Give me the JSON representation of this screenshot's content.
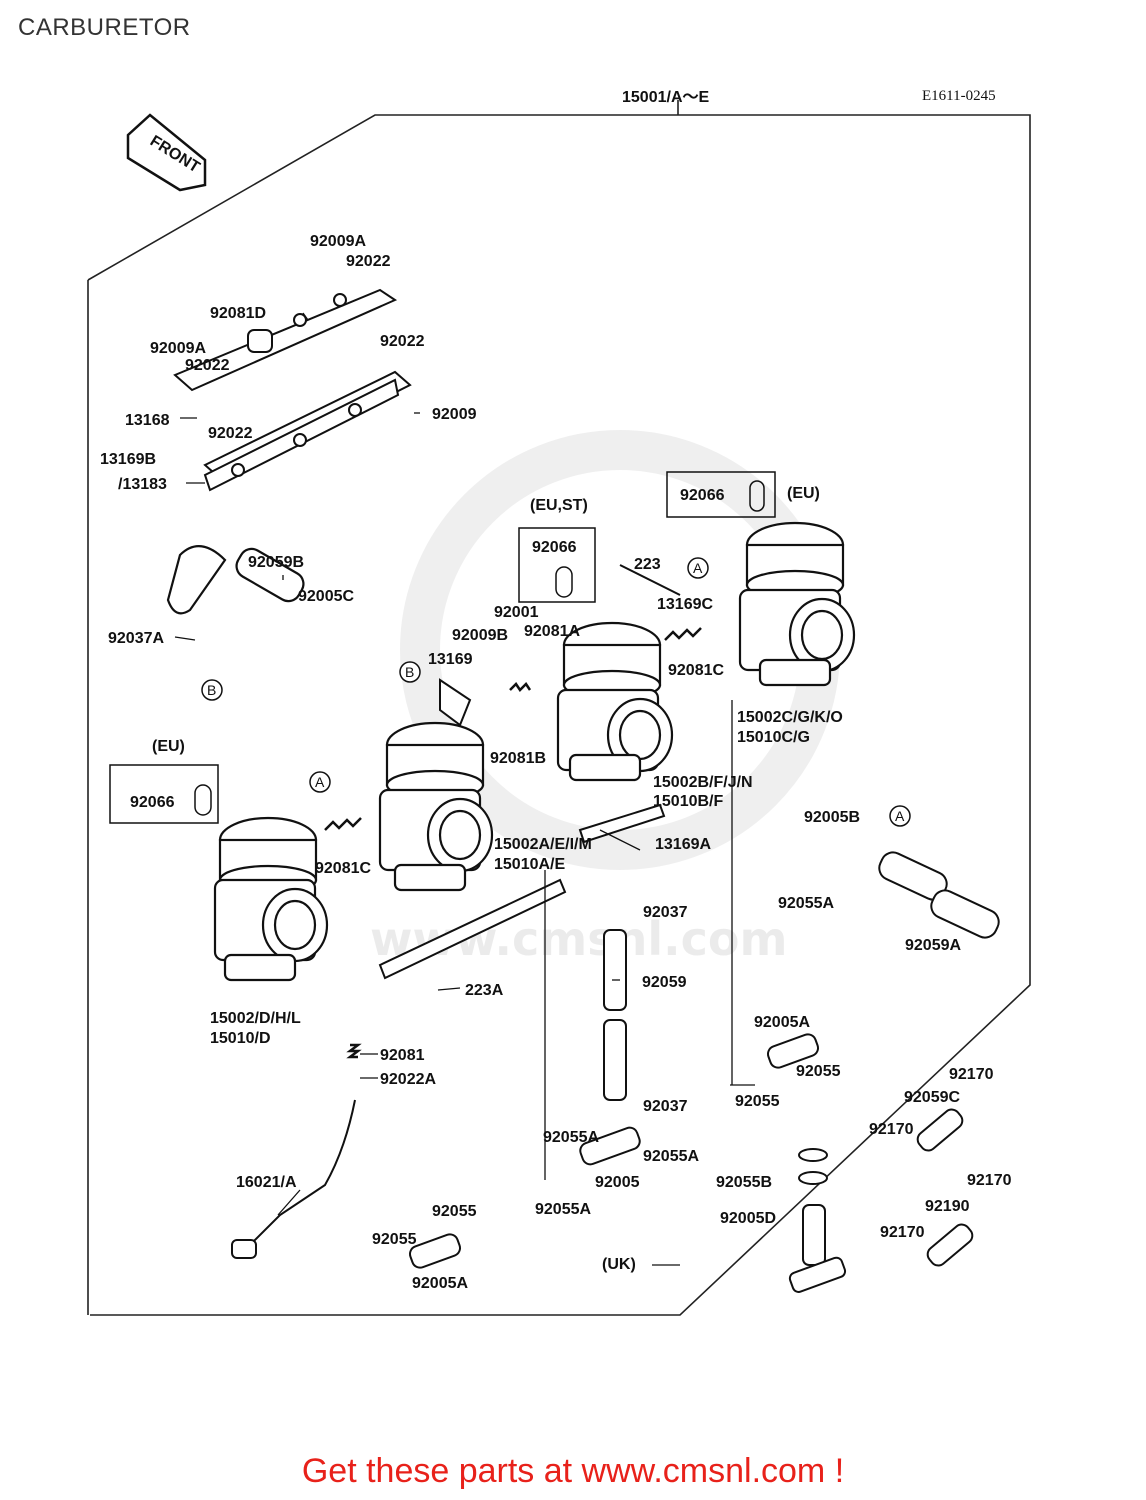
{
  "page": {
    "title": "CARBURETOR"
  },
  "diagram": {
    "ref_code": "E1611-0245",
    "front_label": "FRONT",
    "watermark": "www.cmsnl.com",
    "callout_markers": [
      "A",
      "B"
    ],
    "labels": {
      "assy": "15001/A～E",
      "p92009A_top": "92009A",
      "p92022_top": "92022",
      "p92081D": "92081D",
      "p92022_right": "92022",
      "p92009A_left": "92009A",
      "p92022_left": "92022",
      "p13168": "13168",
      "p92022_bot": "92022",
      "p92009": "92009",
      "p13169B": "13169B",
      "p13183": "/13183",
      "eust": "(EU,ST)",
      "p92066_mid": "92066",
      "p223": "223",
      "p92066_tr": "92066",
      "eu_tr": "(EU)",
      "p92059B": "92059B",
      "p92005C": "92005C",
      "p92001": "92001",
      "p13169C": "13169C",
      "p92009B": "92009B",
      "p92081A": "92081A",
      "p92037A": "92037A",
      "p13169": "13169",
      "p92081C_r": "92081C",
      "p15002C": "15002C/G/K/O",
      "p15010C": "15010C/G",
      "eu_left": "(EU)",
      "p92081B": "92081B",
      "p92066_left": "92066",
      "p15002B": "15002B/F/J/N",
      "p15010B": "15010B/F",
      "p92005B": "92005B",
      "p15002A": "15002A/E/I/M",
      "p13169A": "13169A",
      "p15010A": "15010A/E",
      "p92081C_l": "92081C",
      "p92055A_r": "92055A",
      "p92037_top": "92037",
      "p92059A": "92059A",
      "p223A": "223A",
      "p92059": "92059",
      "p15002": "15002/D/H/L",
      "p15010": "15010/D",
      "p92005A_mid": "92005A",
      "p92081": "92081",
      "p92022A": "92022A",
      "p92055_mid": "92055",
      "p92170_1": "92170",
      "p92055_low": "92055",
      "p92059C": "92059C",
      "p92037_bot": "92037",
      "p92170_2": "92170",
      "p92055A_l": "92055A",
      "p92055A_r2": "92055A",
      "p92005": "92005",
      "p92055B": "92055B",
      "p92170_3": "92170",
      "p16021": "16021/A",
      "p92055A_b": "92055A",
      "p92005D": "92005D",
      "p92190": "92190",
      "p92055_b1": "92055",
      "p92170_4": "92170",
      "p92055_b2": "92055",
      "uk": "(UK)",
      "p92005A_b": "92005A"
    }
  },
  "footer": {
    "cta": "Get these parts at www.cmsnl.com !"
  }
}
